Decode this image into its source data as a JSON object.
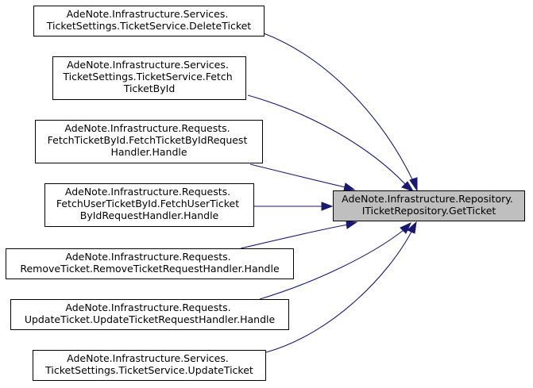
{
  "diagram": {
    "type": "call-graph",
    "target": {
      "lines": [
        "AdeNote.Infrastructure.Repository.",
        "ITicketRepository.GetTicket"
      ]
    },
    "callers": [
      {
        "lines": [
          "AdeNote.Infrastructure.Services.",
          "TicketSettings.TicketService.DeleteTicket"
        ]
      },
      {
        "lines": [
          "AdeNote.Infrastructure.Services.",
          "TicketSettings.TicketService.Fetch",
          "TicketById"
        ]
      },
      {
        "lines": [
          "AdeNote.Infrastructure.Requests.",
          "FetchTicketById.FetchTicketByIdRequest",
          "Handler.Handle"
        ]
      },
      {
        "lines": [
          "AdeNote.Infrastructure.Requests.",
          "FetchUserTicketById.FetchUserTicket",
          "ByIdRequestHandler.Handle"
        ]
      },
      {
        "lines": [
          "AdeNote.Infrastructure.Requests.",
          "RemoveTicket.RemoveTicketRequestHandler.Handle"
        ]
      },
      {
        "lines": [
          "AdeNote.Infrastructure.Requests.",
          "UpdateTicket.UpdateTicketRequestHandler.Handle"
        ]
      },
      {
        "lines": [
          "AdeNote.Infrastructure.Services.",
          "TicketSettings.TicketService.UpdateTicket"
        ]
      }
    ],
    "colors": {
      "edge": "#191970",
      "target_fill": "#bfbfbf",
      "box_border": "#000000"
    }
  }
}
